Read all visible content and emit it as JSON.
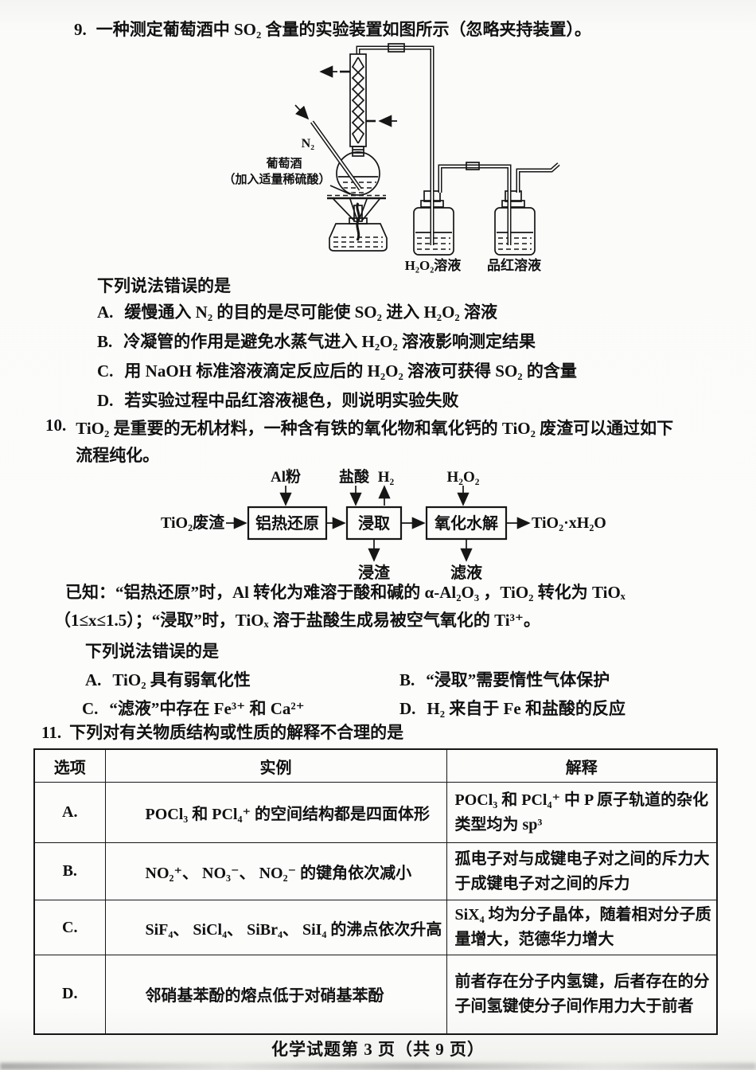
{
  "page": {
    "footer": "化学试题第 3 页（共 9 页）"
  },
  "q9": {
    "number": "9.",
    "stem": "一种测定葡萄酒中 SO₂ 含量的实验装置如图所示（忽略夹持装置）。",
    "prompt": "下列说法错误的是",
    "options": [
      {
        "label": "A.",
        "text": "缓慢通入 N₂ 的目的是尽可能使 SO₂ 进入 H₂O₂ 溶液"
      },
      {
        "label": "B.",
        "text": "冷凝管的作用是避免水蒸气进入 H₂O₂ 溶液影响测定结果"
      },
      {
        "label": "C.",
        "text": "用 NaOH 标准溶液滴定反应后的 H₂O₂ 溶液可获得 SO₂ 的含量"
      },
      {
        "label": "D.",
        "text": "若实验过程中品红溶液褪色，则说明实验失败"
      }
    ],
    "diagram": {
      "n2": "N₂",
      "flask_label_line1": "葡萄酒",
      "flask_label_line2": "（加入适量稀硫酸）",
      "bottle1": "H₂O₂溶液",
      "bottle2": "品红溶液"
    }
  },
  "q10": {
    "number": "10.",
    "stem_line1": "TiO₂ 是重要的无机材料，一种含有铁的氧化物和氧化钙的 TiO₂ 废渣可以通过如下",
    "stem_line2": "流程纯化。",
    "known_line1": "已知：“铝热还原”时，Al 转化为难溶于酸和碱的 α-Al₂O₃ ，TiO₂ 转化为 TiOₓ",
    "known_line2": "（1≤x≤1.5）；“浸取”时，TiOₓ 溶于盐酸生成易被空气氧化的 Ti³⁺。",
    "prompt": "下列说法错误的是",
    "options": [
      {
        "label": "A.",
        "text": "TiO₂ 具有弱氧化性"
      },
      {
        "label": "B.",
        "text": "“浸取”需要惰性气体保护"
      },
      {
        "label": "C.",
        "text": "“滤液”中存在 Fe³⁺ 和 Ca²⁺"
      },
      {
        "label": "D.",
        "text": "H₂ 来自于 Fe 和盐酸的反应"
      }
    ],
    "flow": {
      "input": "TiO₂废渣",
      "box1": "铝热还原",
      "box2": "浸取",
      "box3": "氧化水解",
      "output": "TiO₂·xH₂O",
      "top1": "Al粉",
      "top2": "盐酸",
      "top2b": "H₂",
      "top3": "H₂O₂",
      "bottom1": "浸渣",
      "bottom2": "滤液"
    }
  },
  "q11": {
    "number": "11.",
    "stem": "下列对有关物质结构或性质的解释不合理的是",
    "table": {
      "headers": [
        "选项",
        "实例",
        "解释"
      ],
      "rows": [
        {
          "option": "A.",
          "example": "POCl₃ 和 PCl₄⁺ 的空间结构都是四面体形",
          "explanation": "POCl₃ 和 PCl₄⁺ 中 P 原子轨道的杂化类型均为 sp³"
        },
        {
          "option": "B.",
          "example": "NO₂⁺、 NO₃⁻、 NO₂⁻ 的键角依次减小",
          "explanation": "孤电子对与成键电子对之间的斥力大于成键电子对之间的斥力"
        },
        {
          "option": "C.",
          "example": "SiF₄、 SiCl₄、 SiBr₄、 SiI₄ 的沸点依次升高",
          "explanation": "SiX₄ 均为分子晶体，随着相对分子质量增大，范德华力增大"
        },
        {
          "option": "D.",
          "example": "邻硝基苯酚的熔点低于对硝基苯酚",
          "explanation": "前者存在分子内氢键，后者存在的分子间氢键使分子间作用力大于前者"
        }
      ]
    }
  }
}
